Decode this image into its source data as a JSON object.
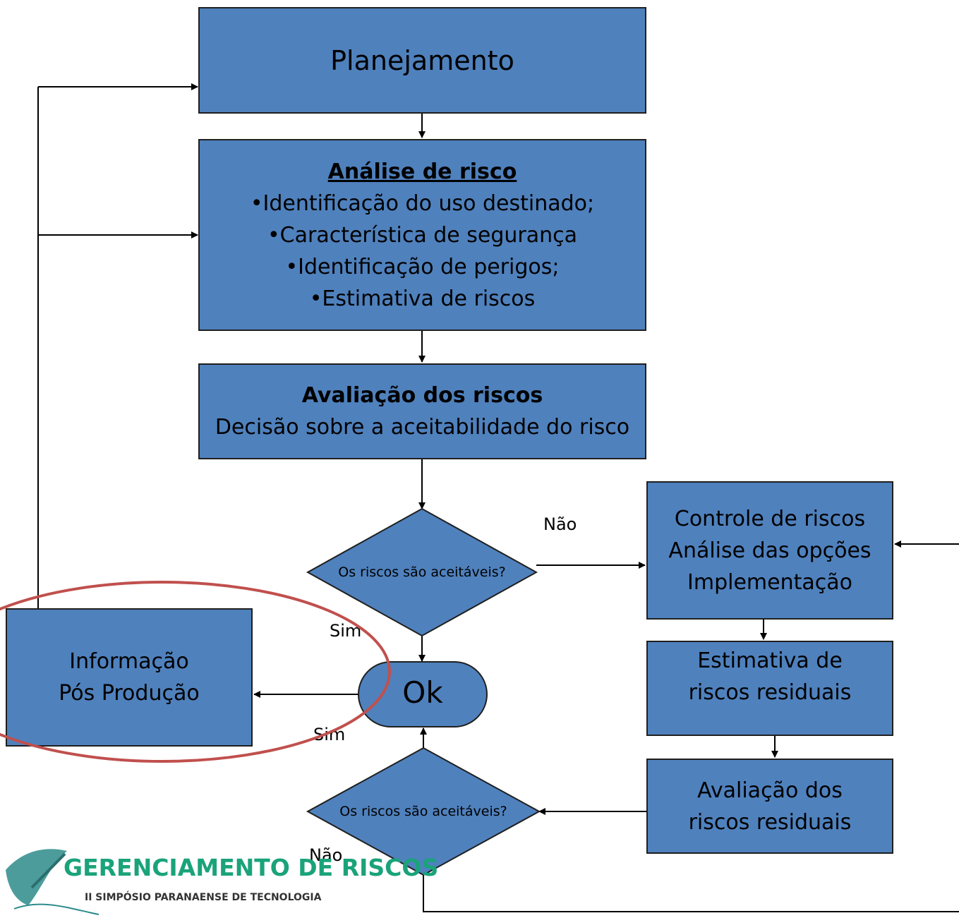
{
  "boxes": {
    "planejamento": "Planejamento",
    "analise": {
      "title": "Análise de risco",
      "items": [
        "•Identificação do uso destinado;",
        "•Característica de segurança",
        "•Identificação de perigos;",
        "•Estimativa de riscos"
      ]
    },
    "avaliacao": {
      "title": "Avaliação dos riscos",
      "text": "Decisão sobre a aceitabilidade do risco"
    },
    "controle": {
      "lines": [
        "Controle de riscos",
        "Análise das opções",
        "Implementação"
      ]
    },
    "estimativa_residuais": {
      "lines": [
        "Estimativa de",
        "riscos residuais"
      ]
    },
    "avaliacao_residuais": {
      "lines": [
        "Avaliação dos",
        "riscos residuais"
      ]
    },
    "informacao": {
      "lines": [
        "Informação",
        "Pós Produção"
      ]
    }
  },
  "decisions": {
    "top": "Os riscos são aceitáveis?",
    "bottom": "Os riscos são aceitáveis?"
  },
  "terminal": "Ok",
  "labels": {
    "nao_top": "Não",
    "sim_top": "Sim",
    "sim_bottom": "Sim",
    "nao_bottom": "Não"
  },
  "logo": {
    "title": "GERENCIAMENTO DE RISCOS",
    "subtitle": "II SIMPÓSIO PARANAENSE DE TECNOLOGIA"
  },
  "colors": {
    "box_fill": "#4f81bd",
    "highlight_ellipse": "#c0504d",
    "logo_green": "#1aa37a"
  }
}
